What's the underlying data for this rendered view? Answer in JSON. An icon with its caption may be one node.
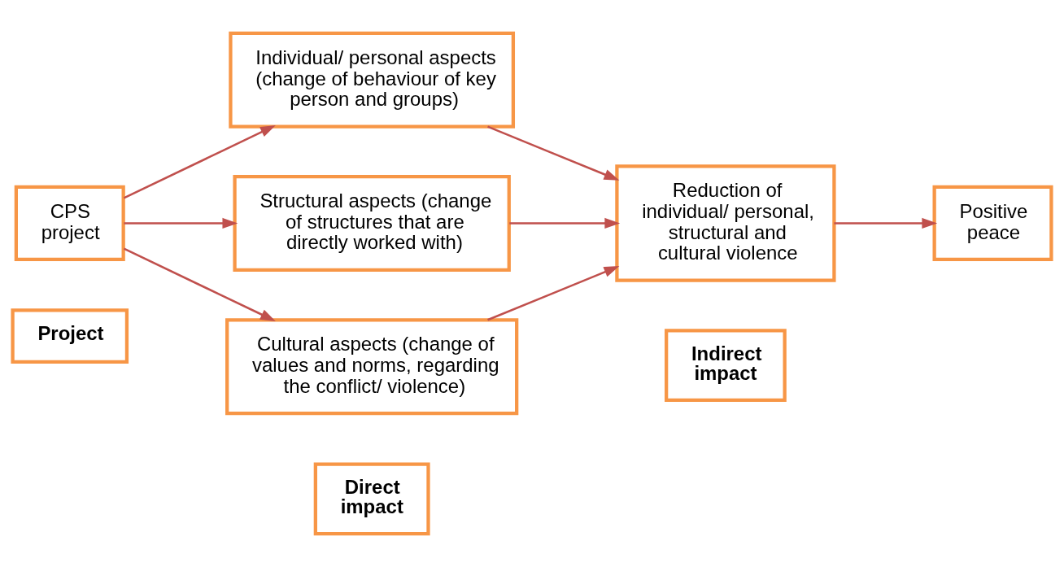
{
  "diagram": {
    "nodes": [
      {
        "text": [
          "Project"
        ]
      },
      {
        "text": [
          "Direct impact"
        ]
      },
      {
        "text": [
          "Indirect impact"
        ]
      },
      {
        "text": [
          "CPS project"
        ]
      },
      {
        "text": [
          "Individual/ personal aspects (change of behaviour of key person and groups)"
        ]
      },
      {
        "text": [
          "Structural aspects (change of structures that are directly worked with)"
        ]
      },
      {
        "text": [
          "Cultural aspects (change of values and norms, regarding the conflict/ violence)"
        ]
      },
      {
        "text": [
          "Reduction of individual/ personal, structural and cultural violence"
        ]
      },
      {
        "text": [
          "Positive peace"
        ]
      }
    ],
    "edges": [
      {
        "from": 3,
        "to": 4,
        "arrow": "to"
      },
      {
        "from": 3,
        "to": 5,
        "arrow": "to"
      },
      {
        "from": 3,
        "to": 6,
        "arrow": "to"
      },
      {
        "from": 4,
        "to": 7,
        "arrow": "to"
      },
      {
        "from": 5,
        "to": 7,
        "arrow": "to"
      },
      {
        "from": 6,
        "to": 7,
        "arrow": "to"
      },
      {
        "from": 7,
        "to": 8,
        "arrow": "to"
      }
    ]
  }
}
